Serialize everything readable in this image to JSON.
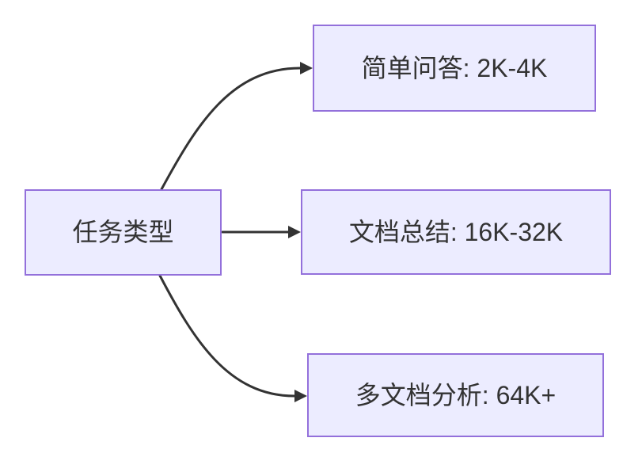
{
  "colors": {
    "node_fill": "#ECECFF",
    "node_border": "#9370DB",
    "arrow": "#333333",
    "text": "#333333",
    "background": "#FFFFFF"
  },
  "nodes": [
    {
      "id": "root",
      "label": "任务类型"
    },
    {
      "id": "qa",
      "label": "简单问答: 2K-4K"
    },
    {
      "id": "summary",
      "label": "文档总结: 16K-32K"
    },
    {
      "id": "multidoc",
      "label": "多文档分析: 64K+"
    }
  ],
  "edges": [
    {
      "from": "任务类型",
      "to": "简单问答: 2K-4K"
    },
    {
      "from": "任务类型",
      "to": "文档总结: 16K-32K"
    },
    {
      "from": "任务类型",
      "to": "多文档分析: 64K+"
    }
  ]
}
